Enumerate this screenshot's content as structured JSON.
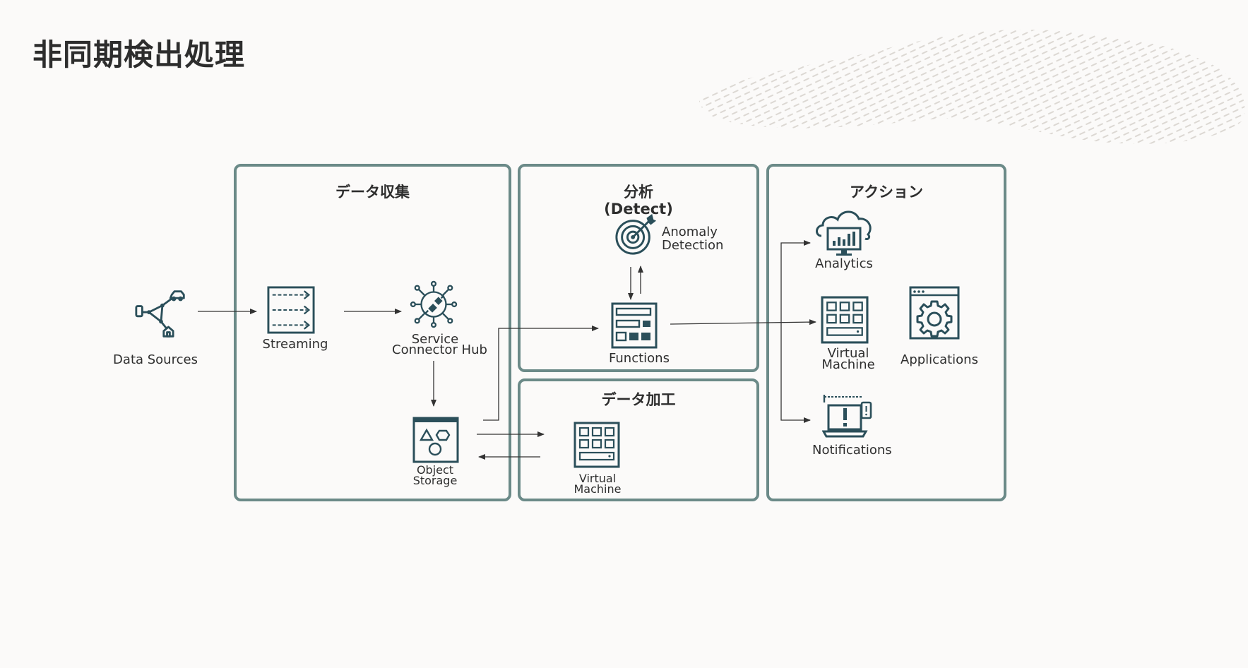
{
  "page": {
    "title": "非同期検出処理"
  },
  "colors": {
    "frame": "#6b8a88",
    "icon": "#2b4f5a",
    "arrow": "#333333"
  },
  "panels": {
    "collect": {
      "title": "データ収集"
    },
    "detect": {
      "title_line1": "分析",
      "title_line2": "(Detect)"
    },
    "process": {
      "title": "データ加工"
    },
    "action": {
      "title": "アクション"
    }
  },
  "nodes": {
    "data_sources": {
      "label": "Data Sources",
      "icon": "network-icon"
    },
    "streaming": {
      "label": "Streaming",
      "icon": "streaming-icon"
    },
    "service_connector_hub": {
      "label_line1": "Service",
      "label_line2": "Connector Hub",
      "icon": "connector-hub-icon"
    },
    "object_storage": {
      "label_line1": "Object",
      "label_line2": "Storage",
      "icon": "object-storage-icon"
    },
    "anomaly_detection": {
      "label_line1": "Anomaly",
      "label_line2": "Detection",
      "icon": "target-icon"
    },
    "functions": {
      "label": "Functions",
      "icon": "functions-icon"
    },
    "process_vm": {
      "label_line1": "Virtual",
      "label_line2": "Machine",
      "icon": "virtual-machine-icon"
    },
    "analytics": {
      "label": "Analytics",
      "icon": "cloud-analytics-icon"
    },
    "action_vm": {
      "label_line1": "Virtual",
      "label_line2": "Machine",
      "icon": "virtual-machine-icon"
    },
    "applications": {
      "label": "Applications",
      "icon": "gear-window-icon"
    },
    "notifications": {
      "label": "Notifications",
      "icon": "notification-laptop-icon"
    }
  }
}
